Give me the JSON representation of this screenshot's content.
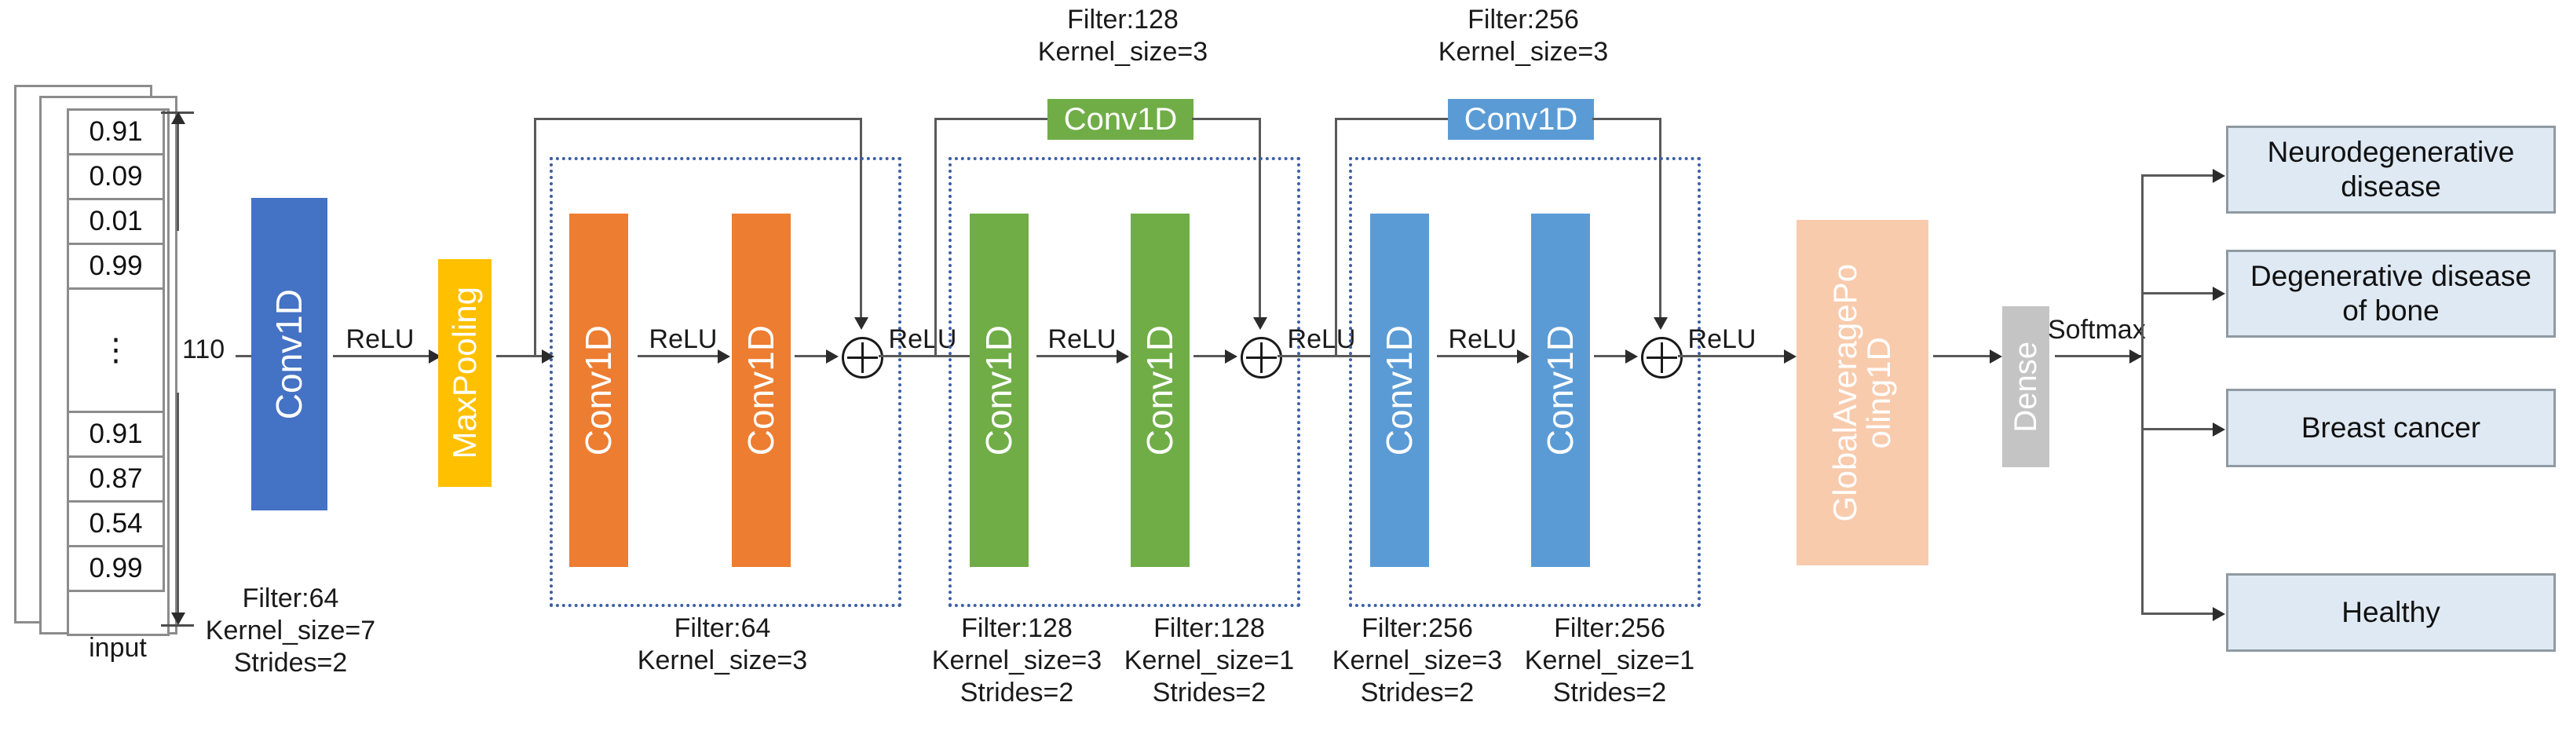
{
  "diagram": {
    "title": "1D ResNet architecture for bone/disease classification",
    "input": {
      "label": "input",
      "length_label": "110",
      "values_top": [
        "0.91",
        "0.09",
        "0.01",
        "0.99"
      ],
      "ellipsis": "⋮",
      "values_bottom": [
        "0.91",
        "0.87",
        "0.54",
        "0.99"
      ]
    },
    "stem": {
      "conv": {
        "label": "Conv1D",
        "caption": "Filter:64\nKernel_size=7\nStrides=2",
        "color": "#4472c4"
      },
      "activation_after_conv": "ReLU",
      "pool": {
        "label": "MaxPooling",
        "color": "#ffc000"
      }
    },
    "residual_blocks": [
      {
        "name": "block-1",
        "color": "#ed7d31",
        "shortcut": {
          "type": "identity",
          "label": null,
          "caption": null
        },
        "conv_a": {
          "label": "Conv1D",
          "caption": "Filter:64\nKernel_size=3"
        },
        "conv_b": {
          "label": "Conv1D",
          "caption": null
        },
        "inner_activation": "ReLU",
        "merge": "⊕",
        "output_activation": "ReLU"
      },
      {
        "name": "block-2",
        "color": "#70ad47",
        "shortcut": {
          "type": "conv",
          "label": "Conv1D",
          "caption": "Filter:128\nKernel_size=3"
        },
        "conv_a": {
          "label": "Conv1D",
          "caption": "Filter:128\nKernel_size=3\nStrides=2"
        },
        "conv_b": {
          "label": "Conv1D",
          "caption": "Filter:128\nKernel_size=1\nStrides=2"
        },
        "inner_activation": "ReLU",
        "merge": "⊕",
        "output_activation": "ReLU"
      },
      {
        "name": "block-3",
        "color": "#5b9bd5",
        "shortcut": {
          "type": "conv",
          "label": "Conv1D",
          "caption": "Filter:256\nKernel_size=3"
        },
        "conv_a": {
          "label": "Conv1D",
          "caption": "Filter:256\nKernel_size=3\nStrides=2"
        },
        "conv_b": {
          "label": "Conv1D",
          "caption": "Filter:256\nKernel_size=1\nStrides=2"
        },
        "inner_activation": "ReLU",
        "merge": "⊕",
        "output_activation": "ReLU"
      }
    ],
    "head": {
      "gap": {
        "label": "GlobalAveragePo\noling1D",
        "color": "#f8cbad"
      },
      "dense": {
        "label": "Dense",
        "color": "#c4c4c4"
      },
      "final_activation": "Softmax"
    },
    "outputs": [
      "Neurodegenerative disease",
      "Degenerative disease of bone",
      "Breast cancer",
      "Healthy"
    ],
    "colors": {
      "stem_conv": "#4472c4",
      "maxpool": "#ffc000",
      "block1": "#ed7d31",
      "block2": "#70ad47",
      "block3": "#5b9bd5",
      "gap": "#f8cbad",
      "dense": "#c4c4c4",
      "output_box_fill": "#dfe9f3",
      "output_box_border": "#909aa3",
      "dotted_outline": "#3b5fa4",
      "connector": "#595959"
    }
  }
}
